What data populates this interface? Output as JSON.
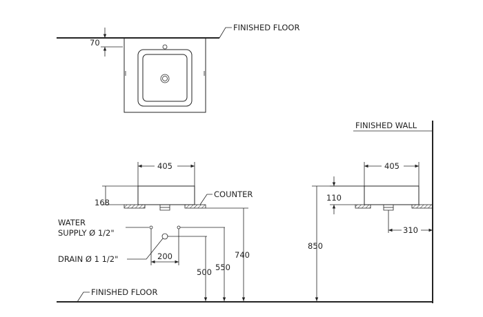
{
  "labels": {
    "finished_floor_top": "FINISHED FLOOR",
    "finished_floor_bottom": "FINISHED FLOOR",
    "finished_wall": "FINISHED WALL",
    "counter": "COUNTER",
    "water_supply_line1": "WATER",
    "water_supply_line2": "SUPPLY Ø 1/2\"",
    "drain": "DRAIN Ø 1 1/2\""
  },
  "dimensions": {
    "top_offset": "70",
    "front_width": "405",
    "front_height": "168",
    "supply_spacing": "200",
    "supply_height": "500",
    "drain_height": "550",
    "counter_height": "740",
    "side_width": "405",
    "side_height": "110",
    "side_wall_distance": "310",
    "wall_height": "850"
  }
}
